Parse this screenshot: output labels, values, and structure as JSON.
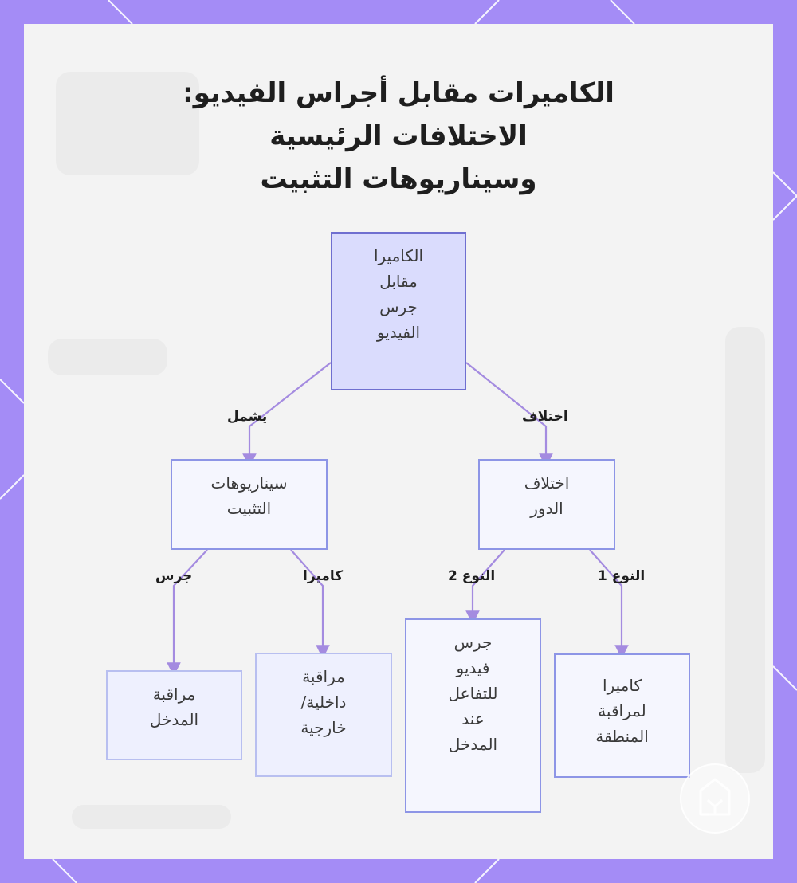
{
  "title": {
    "lines": [
      "الكاميرات مقابل أجراس الفيديو:",
      "الاختلافات الرئيسية",
      "وسيناريوهات التثبيت"
    ]
  },
  "nodes": {
    "root": "الكاميرا\nمقابل\nجرس\nالفيديو",
    "installation": "سيناريوهات\nالتثبيت",
    "role_difference": "اختلاف\nالدور",
    "entry_monitoring": "مراقبة\nالمدخل",
    "indoor_outdoor": "مراقبة\nداخلية/\nخارجية",
    "doorbell_interaction": "جرس\nفيديو\nللتفاعل\nعند\nالمدخل",
    "area_camera": "كاميرا\nلمراقبة\nالمنطقة"
  },
  "edges": {
    "includes": "يشمل",
    "difference": "اختلاف",
    "doorbell": "جرس",
    "camera": "كاميرا",
    "type2": "النوع 2",
    "type1": "النوع 1"
  },
  "colors": {
    "frame": "#a48cf6",
    "panel": "#f3f3f3",
    "connector": "#a48be0",
    "root_fill": "#dadcfd",
    "node_border": "#8d95e6"
  },
  "watermark_icon": "home-shield-icon"
}
